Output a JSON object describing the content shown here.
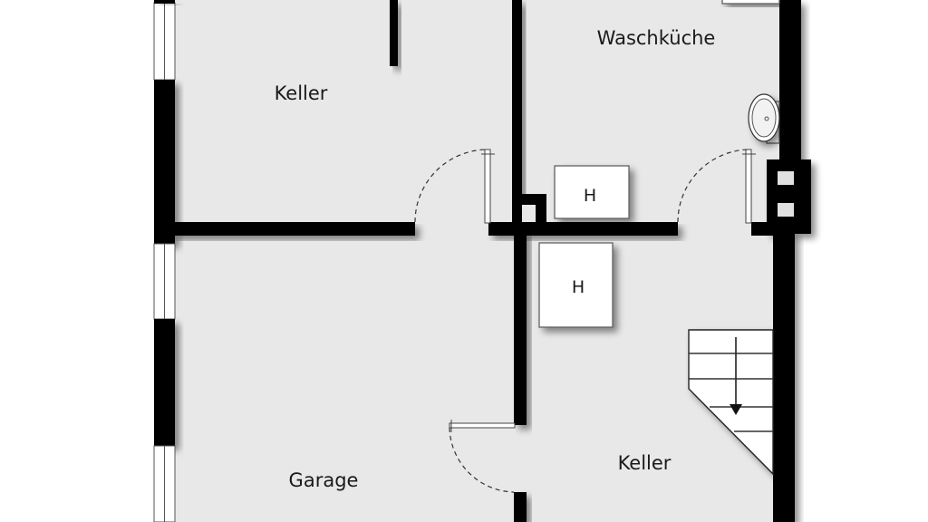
{
  "plan": {
    "title": "Kellergeschoss Grundriss",
    "rooms": [
      {
        "id": "keller-top-left",
        "label": "Keller"
      },
      {
        "id": "waschkueche",
        "label": "Waschküche"
      },
      {
        "id": "garage",
        "label": "Garage"
      },
      {
        "id": "keller-bottom-right",
        "label": "Keller"
      }
    ],
    "fixtures": [
      {
        "id": "heater-1",
        "label": "H",
        "type": "heating-unit"
      },
      {
        "id": "heater-2",
        "label": "H",
        "type": "heating-unit"
      },
      {
        "id": "sink",
        "type": "washbasin"
      },
      {
        "id": "stairs",
        "type": "staircase",
        "direction": "down"
      }
    ],
    "colors": {
      "floor": "#e8e8e8",
      "wall": "#000000",
      "background": "#ffffff",
      "fixture": "#ffffff",
      "text": "#1a1a1a"
    }
  }
}
